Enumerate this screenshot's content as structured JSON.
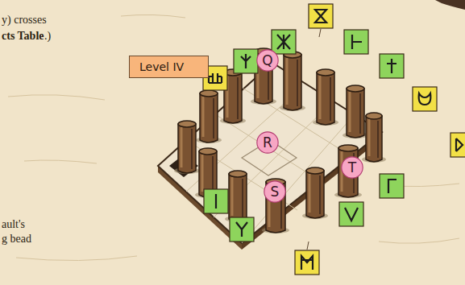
{
  "diagram": {
    "nodes": [
      {
        "text": [
          "Q"
        ]
      },
      {
        "text": [
          "Level IV"
        ]
      },
      {
        "text": [
          "R"
        ]
      },
      {
        "text": [
          "T"
        ]
      },
      {
        "text": [
          "S"
        ]
      }
    ],
    "labels": [
      "y) crosses",
      "cts Table",
      ".)",
      "ault's",
      "g bead"
    ]
  }
}
